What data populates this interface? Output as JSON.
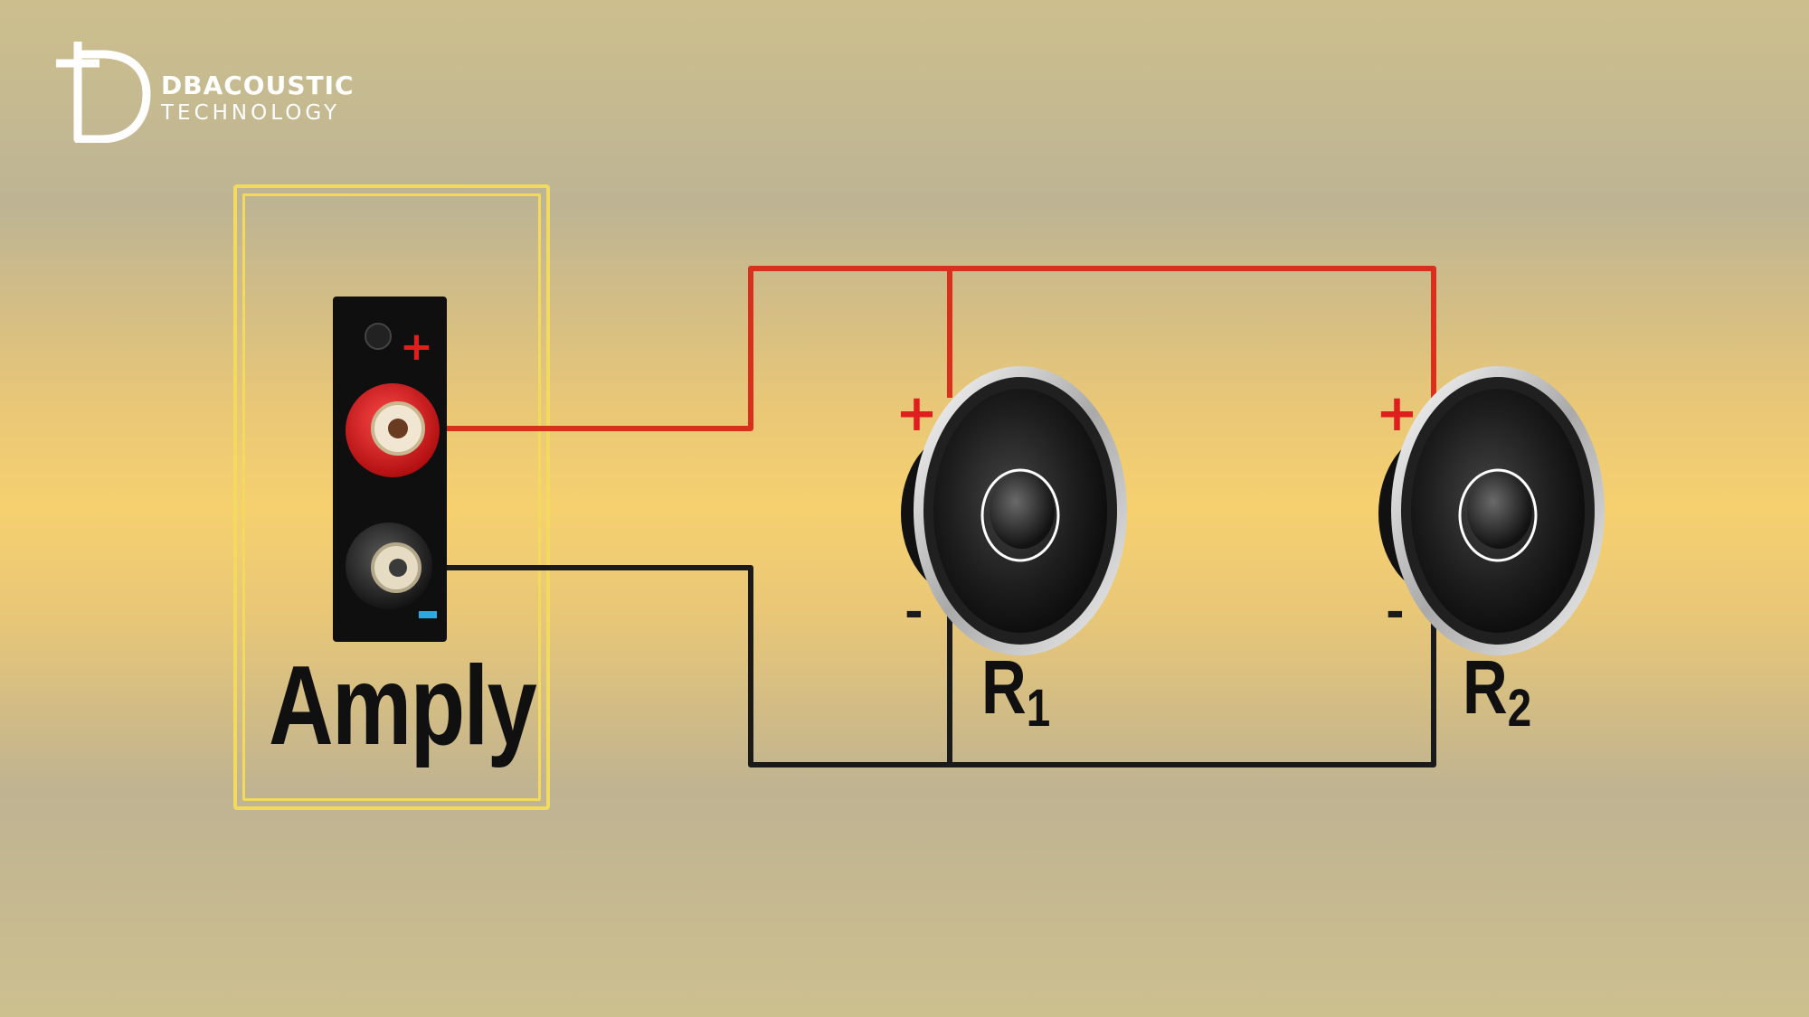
{
  "brand": {
    "name": "DBACOUSTIC",
    "subtitle": "TECHNOLOGY",
    "logo_icon": "d-plus-logo"
  },
  "amplifier": {
    "label": "Amply",
    "positive_symbol": "+",
    "negative_symbol": "-",
    "positive_color": "#e01e1e",
    "negative_color": "#2ea8e0"
  },
  "speakers": [
    {
      "label": "R",
      "subscript": "1",
      "positive_symbol": "+",
      "negative_symbol": "-"
    },
    {
      "label": "R",
      "subscript": "2",
      "positive_symbol": "+",
      "negative_symbol": "-"
    }
  ],
  "wires": {
    "positive_color": "#d8301c",
    "negative_color": "#1a1a1a"
  },
  "frame_color": "#f2da5f"
}
